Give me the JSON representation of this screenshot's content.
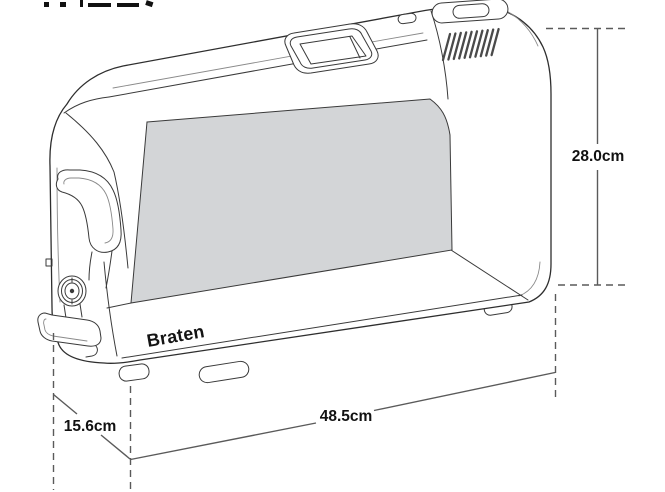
{
  "brand": "Braten",
  "dimension_labels": {
    "height": "28.0cm",
    "width": "48.5cm",
    "depth": "15.6cm"
  }
}
